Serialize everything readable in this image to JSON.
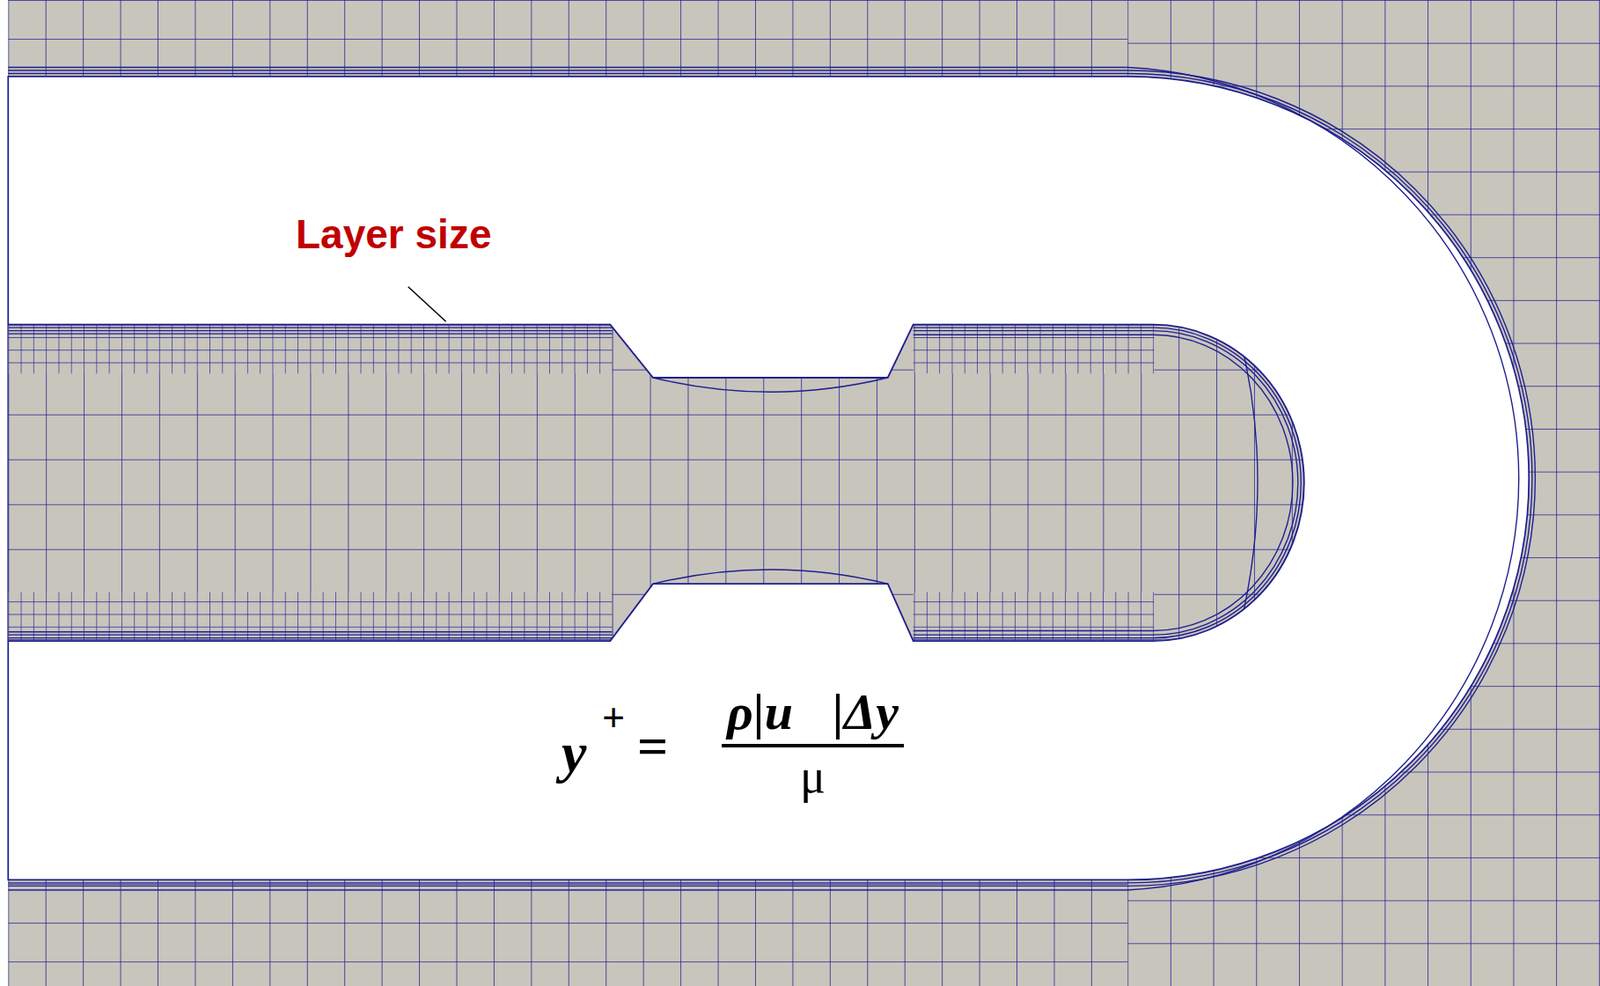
{
  "diagram": {
    "labels": [
      "Layer size",
      "y",
      "+",
      "=",
      "ρ|u⃗|Δy",
      "μ"
    ]
  }
}
